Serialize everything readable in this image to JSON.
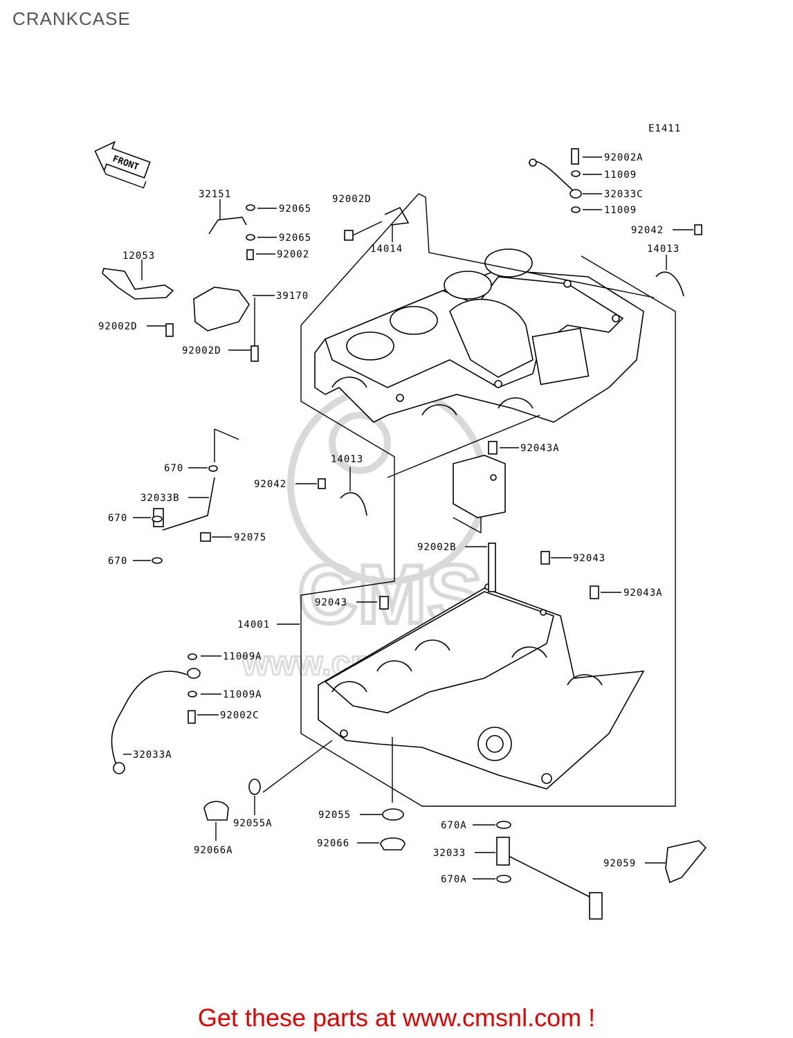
{
  "page": {
    "title": "CRANKCASE",
    "diagram_code": "E1411",
    "direction_label": "FRONT",
    "footer": "Get these parts at www.cmsnl.com !",
    "watermark": "CMS",
    "watermark_url": "www.cmsnl.com"
  },
  "colors": {
    "footer": "#e00000",
    "title": "#555555",
    "lines": "#000000"
  },
  "parts": [
    "92002A",
    "11009",
    "32033C",
    "11009",
    "92042",
    "14013",
    "92002D",
    "14014",
    "32151",
    "92065",
    "92065",
    "92002",
    "12053",
    "39170",
    "92002D",
    "92002D",
    "670",
    "32033B",
    "670",
    "670",
    "92075",
    "92042",
    "14013",
    "92043A",
    "92002B",
    "92043",
    "92043",
    "92043A",
    "14001",
    "11009A",
    "11009A",
    "92002C",
    "32033A",
    "92055A",
    "92066A",
    "92055",
    "92066",
    "670A",
    "32033",
    "670A",
    "92059"
  ]
}
